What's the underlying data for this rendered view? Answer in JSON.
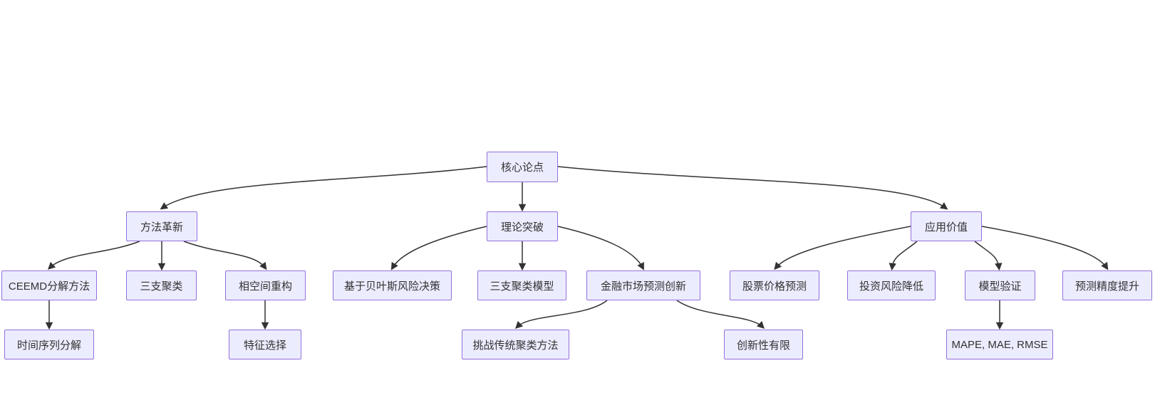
{
  "diagram": {
    "type": "flowchart",
    "direction": "top-down",
    "colors": {
      "background": "#ffffff",
      "node_fill": "#ECECFF",
      "node_border": "#9370DB",
      "edge": "#333333",
      "text": "#333333"
    },
    "nodes": {
      "root": {
        "label": "核心论点"
      },
      "method": {
        "label": "方法革新"
      },
      "theory": {
        "label": "理论突破"
      },
      "application": {
        "label": "应用价值"
      },
      "ceemd": {
        "label": "CEEMD分解方法"
      },
      "threeway": {
        "label": "三支聚类"
      },
      "phase": {
        "label": "相空间重构"
      },
      "bayes": {
        "label": "基于贝叶斯风险决策"
      },
      "twmodel": {
        "label": "三支聚类模型"
      },
      "finance": {
        "label": "金融市场预测创新"
      },
      "stock": {
        "label": "股票价格预测"
      },
      "risk": {
        "label": "投资风险降低"
      },
      "validation": {
        "label": "模型验证"
      },
      "accuracy": {
        "label": "预测精度提升"
      },
      "timeseries": {
        "label": "时间序列分解"
      },
      "feature": {
        "label": "特征选择"
      },
      "challenge": {
        "label": "挑战传统聚类方法"
      },
      "limited": {
        "label": "创新性有限"
      },
      "metrics": {
        "label": "MAPE, MAE, RMSE"
      }
    },
    "edges": [
      {
        "from": "root",
        "to": "method"
      },
      {
        "from": "root",
        "to": "theory"
      },
      {
        "from": "root",
        "to": "application"
      },
      {
        "from": "method",
        "to": "ceemd"
      },
      {
        "from": "method",
        "to": "threeway"
      },
      {
        "from": "method",
        "to": "phase"
      },
      {
        "from": "ceemd",
        "to": "timeseries"
      },
      {
        "from": "phase",
        "to": "feature"
      },
      {
        "from": "theory",
        "to": "bayes"
      },
      {
        "from": "theory",
        "to": "twmodel"
      },
      {
        "from": "theory",
        "to": "finance"
      },
      {
        "from": "finance",
        "to": "challenge"
      },
      {
        "from": "finance",
        "to": "limited"
      },
      {
        "from": "application",
        "to": "stock"
      },
      {
        "from": "application",
        "to": "risk"
      },
      {
        "from": "application",
        "to": "validation"
      },
      {
        "from": "application",
        "to": "accuracy"
      },
      {
        "from": "validation",
        "to": "metrics"
      }
    ]
  }
}
